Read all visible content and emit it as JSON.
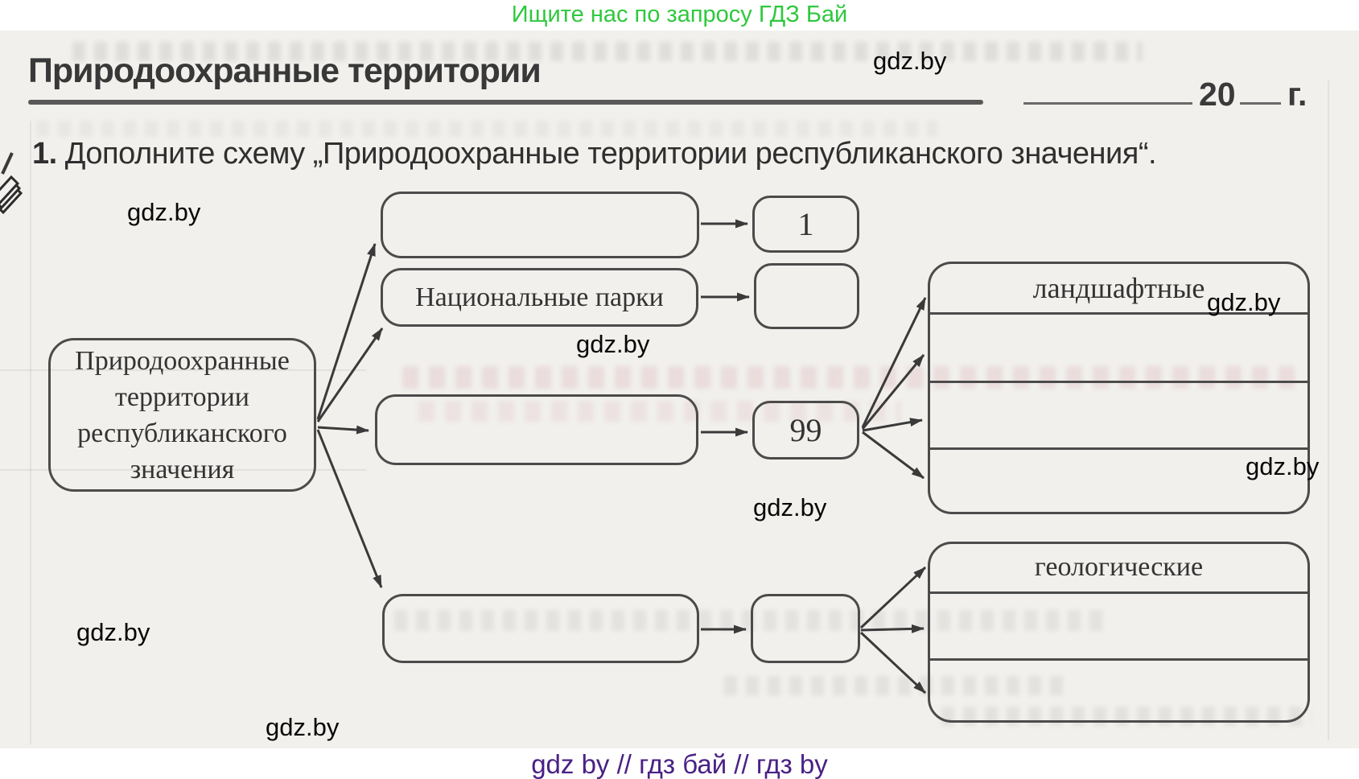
{
  "promo_banner": {
    "text": "Ищите нас по запросу ГДЗ Бай"
  },
  "worksheet": {
    "title": "Природоохранные территории",
    "date_blank": {
      "prefix": "20",
      "suffix": "г."
    },
    "task": {
      "number": "1.",
      "text": "Дополните схему „Природоохранные территории республиканского значения“."
    }
  },
  "diagram": {
    "root": {
      "label": "Природоохранные территории республиканского значения"
    },
    "branches": [
      {
        "name_label": "",
        "count_value": "1"
      },
      {
        "name_label": "Национальные парки",
        "count_value": ""
      },
      {
        "name_label": "",
        "count_value": "99"
      },
      {
        "name_label": "",
        "count_value": ""
      }
    ],
    "detail_boxes": [
      {
        "first_row_label": "ландшафтные",
        "row_count": 4
      },
      {
        "first_row_label": "геологические",
        "row_count": 3
      }
    ]
  },
  "watermark": {
    "text": "gdz.by"
  },
  "footer": {
    "text": "gdz by  //  гдз бай  //  гдз by"
  },
  "colors": {
    "promo_green": "#2fc83e",
    "footer_purple": "#4a2185",
    "ink": "#3a3a3a",
    "scan_background": "#f1f0ed"
  }
}
